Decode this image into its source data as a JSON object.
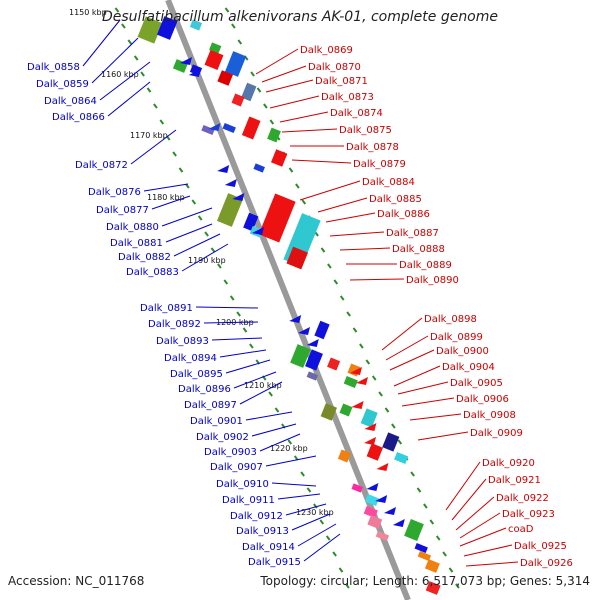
{
  "title": "Desulfatibacillum alkenivorans AK-01, complete genome",
  "footer": {
    "accession": "Accession: NC_011768",
    "topology": "Topology: circular; Length: 6,517,073 bp; Genes: 5,314"
  },
  "colors": {
    "left_label": "#0000cc",
    "right_label": "#cc0000",
    "backbone": "#9a9a9a",
    "ticks": "#2e8b2e"
  },
  "scale_labels": [
    "1150 kbp",
    "1160 kbp",
    "1170 kbp",
    "1180 kbp",
    "1190 kbp",
    "1200 kbp",
    "1210 kbp",
    "1220 kbp",
    "1230 kbp"
  ],
  "left_genes": [
    "Dalk_0858",
    "Dalk_0859",
    "Dalk_0864",
    "Dalk_0866",
    "Dalk_0872",
    "Dalk_0876",
    "Dalk_0877",
    "Dalk_0880",
    "Dalk_0881",
    "Dalk_0882",
    "Dalk_0883",
    "Dalk_0891",
    "Dalk_0892",
    "Dalk_0893",
    "Dalk_0894",
    "Dalk_0895",
    "Dalk_0896",
    "Dalk_0897",
    "Dalk_0901",
    "Dalk_0902",
    "Dalk_0903",
    "Dalk_0907",
    "Dalk_0910",
    "Dalk_0911",
    "Dalk_0912",
    "Dalk_0913",
    "Dalk_0914",
    "Dalk_0915"
  ],
  "right_genes": [
    "Dalk_0869",
    "Dalk_0870",
    "Dalk_0871",
    "Dalk_0873",
    "Dalk_0874",
    "Dalk_0875",
    "Dalk_0878",
    "Dalk_0879",
    "Dalk_0884",
    "Dalk_0885",
    "Dalk_0886",
    "Dalk_0887",
    "Dalk_0888",
    "Dalk_0889",
    "Dalk_0890",
    "Dalk_0898",
    "Dalk_0899",
    "Dalk_0900",
    "Dalk_0904",
    "Dalk_0905",
    "Dalk_0906",
    "Dalk_0908",
    "Dalk_0909",
    "Dalk_0920",
    "Dalk_0921",
    "Dalk_0922",
    "Dalk_0923",
    "coaD",
    "Dalk_0925",
    "Dalk_0926"
  ]
}
